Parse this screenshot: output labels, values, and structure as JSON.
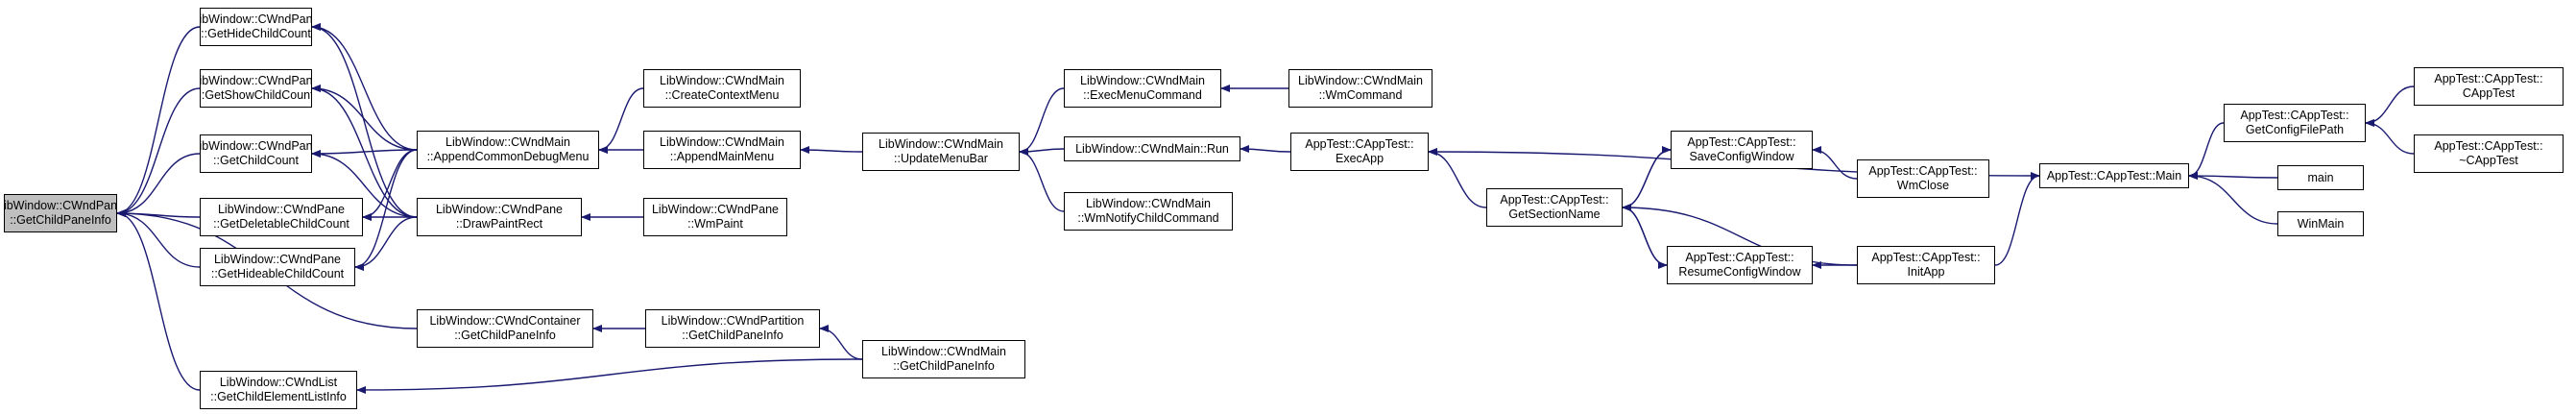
{
  "nodes": [
    {
      "id": "root",
      "lines": [
        "LibWindow::CWndPane",
        "::GetChildPaneInfo"
      ]
    },
    {
      "id": "hide",
      "lines": [
        "LibWindow::CWndPane",
        "::GetHideChildCount"
      ]
    },
    {
      "id": "show",
      "lines": [
        "LibWindow::CWndPane",
        "::GetShowChildCount"
      ]
    },
    {
      "id": "child",
      "lines": [
        "LibWindow::CWndPane",
        "::GetChildCount"
      ]
    },
    {
      "id": "delet",
      "lines": [
        "LibWindow::CWndPane",
        "::GetDeletableChildCount"
      ]
    },
    {
      "id": "hideable",
      "lines": [
        "LibWindow::CWndPane",
        "::GetHideableChildCount"
      ]
    },
    {
      "id": "contInfo",
      "lines": [
        "LibWindow::CWndContainer",
        "::GetChildPaneInfo"
      ]
    },
    {
      "id": "listInfo",
      "lines": [
        "LibWindow::CWndList",
        "::GetChildElementListInfo"
      ]
    },
    {
      "id": "appDebug",
      "lines": [
        "LibWindow::CWndMain",
        "::AppendCommonDebugMenu"
      ]
    },
    {
      "id": "drawPaint",
      "lines": [
        "LibWindow::CWndPane",
        "::DrawPaintRect"
      ]
    },
    {
      "id": "createCtx",
      "lines": [
        "LibWindow::CWndMain",
        "::CreateContextMenu"
      ]
    },
    {
      "id": "appMain",
      "lines": [
        "LibWindow::CWndMain",
        "::AppendMainMenu"
      ]
    },
    {
      "id": "wmPaint",
      "lines": [
        "LibWindow::CWndPane",
        "::WmPaint"
      ]
    },
    {
      "id": "partInfo",
      "lines": [
        "LibWindow::CWndPartition",
        "::GetChildPaneInfo"
      ]
    },
    {
      "id": "mainInfo",
      "lines": [
        "LibWindow::CWndMain",
        "::GetChildPaneInfo"
      ]
    },
    {
      "id": "updMenu",
      "lines": [
        "LibWindow::CWndMain",
        "::UpdateMenuBar"
      ]
    },
    {
      "id": "execMenu",
      "lines": [
        "LibWindow::CWndMain",
        "::ExecMenuCommand"
      ]
    },
    {
      "id": "run",
      "lines": [
        "LibWindow::CWndMain::Run"
      ]
    },
    {
      "id": "wmNotify",
      "lines": [
        "LibWindow::CWndMain",
        "::WmNotifyChildCommand"
      ]
    },
    {
      "id": "wmCommand",
      "lines": [
        "LibWindow::CWndMain",
        "::WmCommand"
      ]
    },
    {
      "id": "execApp",
      "lines": [
        "AppTest::CAppTest::",
        "ExecApp"
      ]
    },
    {
      "id": "getSection",
      "lines": [
        "AppTest::CAppTest::",
        "GetSectionName"
      ]
    },
    {
      "id": "saveCfg",
      "lines": [
        "AppTest::CAppTest::",
        "SaveConfigWindow"
      ]
    },
    {
      "id": "resumeCfg",
      "lines": [
        "AppTest::CAppTest::",
        "ResumeConfigWindow"
      ]
    },
    {
      "id": "wmClose",
      "lines": [
        "AppTest::CAppTest::",
        "WmClose"
      ]
    },
    {
      "id": "initApp",
      "lines": [
        "AppTest::CAppTest::",
        "InitApp"
      ]
    },
    {
      "id": "appMainFn",
      "lines": [
        "AppTest::CAppTest::Main"
      ]
    },
    {
      "id": "getCfgPath",
      "lines": [
        "AppTest::CAppTest::",
        "GetConfigFilePath"
      ]
    },
    {
      "id": "main",
      "lines": [
        "main"
      ]
    },
    {
      "id": "winMain",
      "lines": [
        "WinMain"
      ]
    },
    {
      "id": "ctor",
      "lines": [
        "AppTest::CAppTest::",
        "CAppTest"
      ]
    },
    {
      "id": "dtor",
      "lines": [
        "AppTest::CAppTest::",
        "~CAppTest"
      ]
    }
  ],
  "edges": [
    [
      "hide",
      "root"
    ],
    [
      "show",
      "root"
    ],
    [
      "child",
      "root"
    ],
    [
      "delet",
      "root"
    ],
    [
      "hideable",
      "root"
    ],
    [
      "contInfo",
      "root"
    ],
    [
      "listInfo",
      "root"
    ],
    [
      "appDebug",
      "hide"
    ],
    [
      "appDebug",
      "show"
    ],
    [
      "appDebug",
      "child"
    ],
    [
      "appDebug",
      "delet"
    ],
    [
      "appDebug",
      "hideable"
    ],
    [
      "drawPaint",
      "hide"
    ],
    [
      "drawPaint",
      "show"
    ],
    [
      "drawPaint",
      "child"
    ],
    [
      "drawPaint",
      "delet"
    ],
    [
      "drawPaint",
      "hideable"
    ],
    [
      "createCtx",
      "appDebug"
    ],
    [
      "appMain",
      "appDebug"
    ],
    [
      "wmPaint",
      "drawPaint"
    ],
    [
      "partInfo",
      "contInfo"
    ],
    [
      "mainInfo",
      "partInfo"
    ],
    [
      "mainInfo",
      "listInfo"
    ],
    [
      "updMenu",
      "appMain"
    ],
    [
      "execMenu",
      "updMenu"
    ],
    [
      "run",
      "updMenu"
    ],
    [
      "wmNotify",
      "updMenu"
    ],
    [
      "wmCommand",
      "execMenu"
    ],
    [
      "execApp",
      "run"
    ],
    [
      "appMainFn",
      "execApp"
    ],
    [
      "getSection",
      "execApp"
    ],
    [
      "saveCfg",
      "getSection"
    ],
    [
      "resumeCfg",
      "getSection"
    ],
    [
      "getSection",
      "saveCfg"
    ],
    [
      "getSection",
      "resumeCfg"
    ],
    [
      "wmClose",
      "saveCfg"
    ],
    [
      "initApp",
      "resumeCfg"
    ],
    [
      "initApp",
      "getSection"
    ],
    [
      "initApp",
      "appMainFn"
    ],
    [
      "getCfgPath",
      "appMainFn"
    ],
    [
      "main",
      "appMainFn"
    ],
    [
      "winMain",
      "appMainFn"
    ],
    [
      "ctor",
      "getCfgPath"
    ],
    [
      "dtor",
      "getCfgPath"
    ]
  ]
}
